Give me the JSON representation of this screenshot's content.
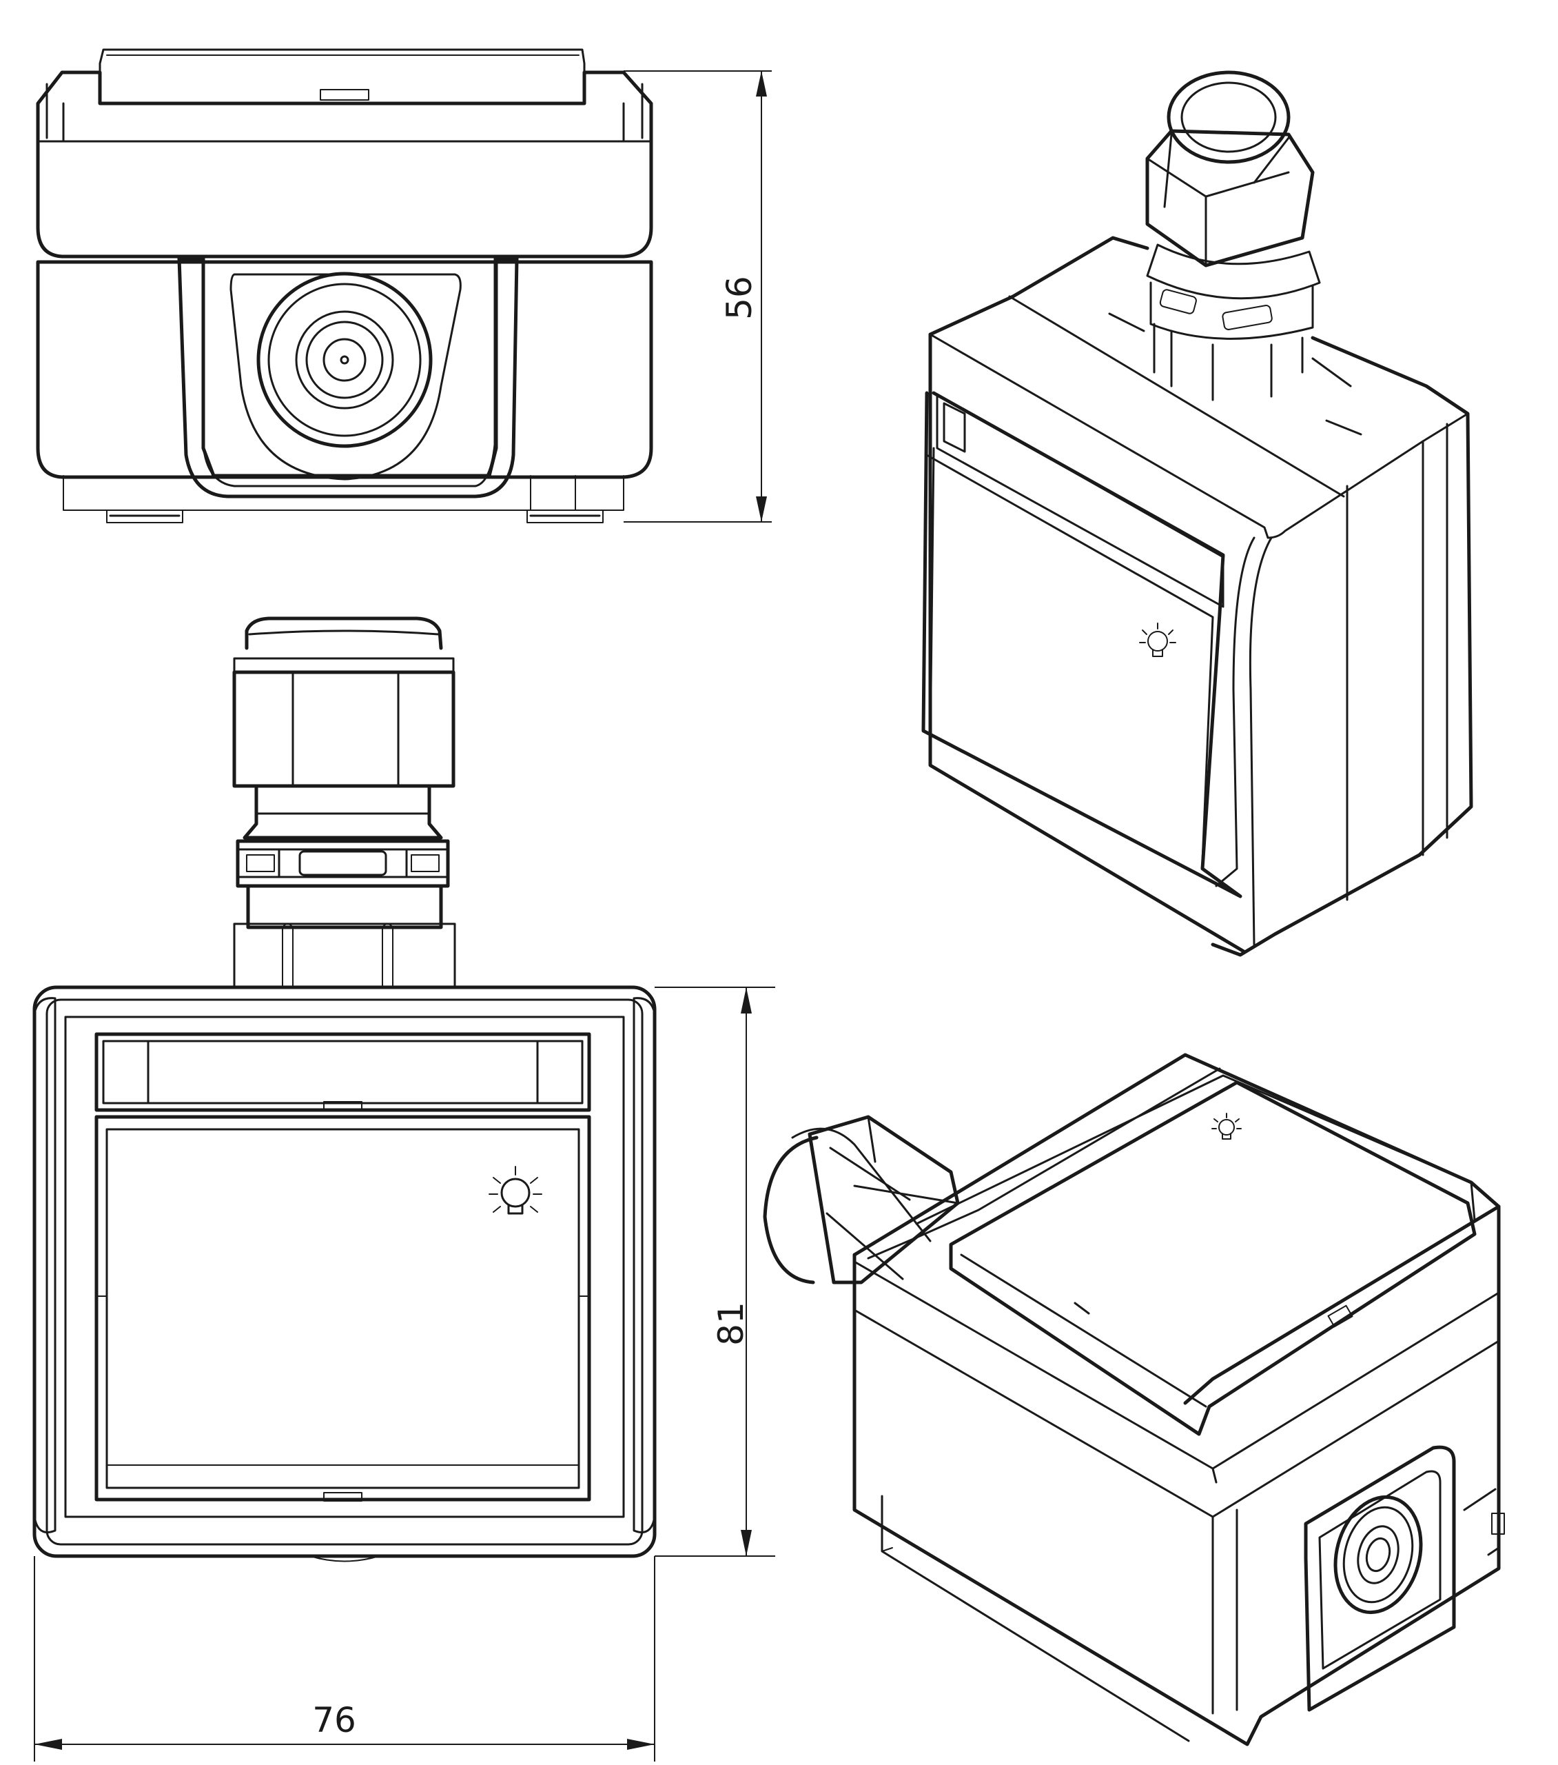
{
  "dimensions": {
    "height_top_view": "56",
    "height_front_view": "81",
    "width_front_view": "76"
  },
  "icons": {
    "switch_symbol": "light-bulb-icon"
  },
  "colors": {
    "line": "#1a1a1a",
    "background": "#ffffff"
  }
}
